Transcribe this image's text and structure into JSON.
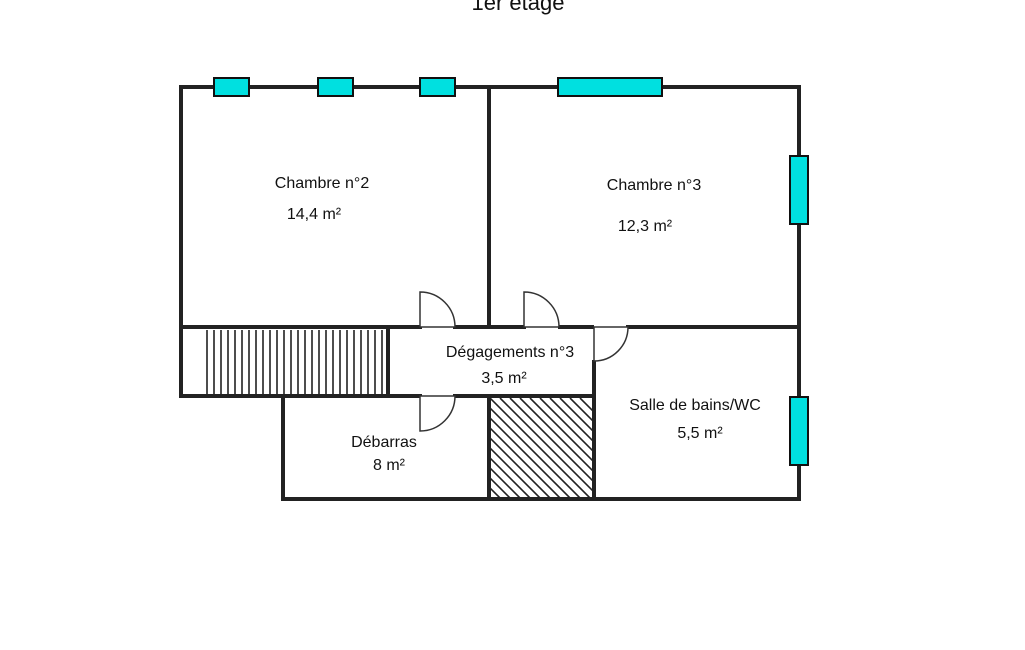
{
  "floor_title": "1er étage",
  "rooms": [
    {
      "name": "Chambre n°2",
      "area": "14,4  m²"
    },
    {
      "name": "Chambre n°3",
      "area": "12,3  m²"
    },
    {
      "name": "Dégagements n°3",
      "area": "3,5  m²"
    },
    {
      "name": "Salle de bains/WC",
      "area": "5,5  m²"
    },
    {
      "name": "Débarras",
      "area": "8  m²"
    }
  ],
  "colors": {
    "window": "#00e0e0",
    "wall": "#222222",
    "background": "#ffffff"
  }
}
